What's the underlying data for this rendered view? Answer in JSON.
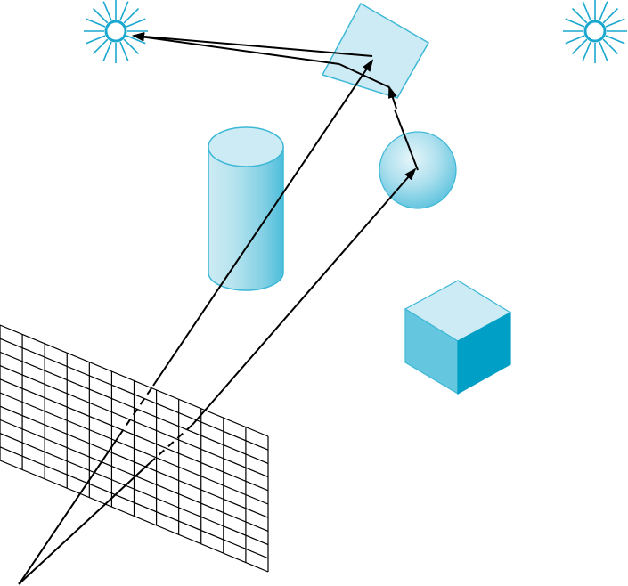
{
  "diagram": {
    "kind": "ray-tracing-illustration",
    "colors": {
      "background": "#ffffff",
      "object_fill_light": "#cdebf4",
      "object_fill_mid": "#8fd3e5",
      "object_fill_side": "#64c6df",
      "object_fill_dark": "#009fc6",
      "object_stroke": "#3db8d6",
      "light_color": "#1aa8cf",
      "ray_color": "#000000",
      "grid_color": "#000000"
    },
    "icons": {
      "light_left": "light-source-icon",
      "light_right": "light-source-icon",
      "eye": "eye-point"
    },
    "objects": [
      "light-source-left",
      "light-source-right",
      "mirror-panel",
      "cylinder",
      "sphere",
      "cube",
      "image-plane-grid"
    ],
    "rays": [
      "primary-ray-to-mirror",
      "primary-ray-to-sphere",
      "reflected-ray-sphere-to-mirror",
      "reflected-ray-mirror-to-light"
    ],
    "grid": {
      "rows": 10,
      "cols": 12
    }
  }
}
